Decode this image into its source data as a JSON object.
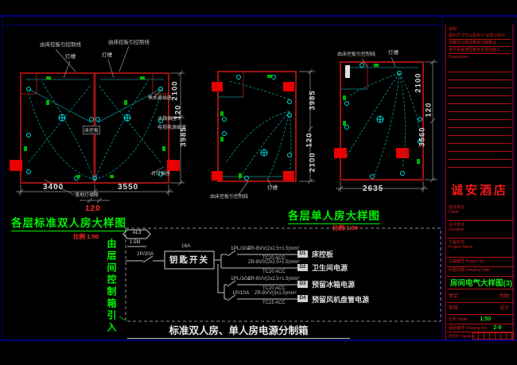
{
  "plans": {
    "shared": {
      "control_line": "由床控板引控制线",
      "light_trough": "灯槽"
    },
    "double": {
      "title": "各层标准双人房大样图",
      "scale": "比例 1:50",
      "dims": {
        "w1": "3400",
        "w2": "3550",
        "gap": "120",
        "h1": "2100",
        "h2": "120",
        "h3": "3985"
      },
      "labels": {
        "bed_panel": "床控板",
        "kettle": "煮水器插座",
        "fridge": "冰箱插座",
        "tv": "电视电源插座",
        "desk_lamp": "台灯插座",
        "floor_lamp": "落地灯插座"
      }
    },
    "single": {
      "title": "各层单人房大样图",
      "scale": "比例 1:50",
      "mid_dims": {
        "h1": "3985",
        "h2": "120",
        "h3": "2100"
      },
      "right_dims": {
        "h1": "2100",
        "h2": "120",
        "h3": "3560",
        "w": "2635"
      }
    }
  },
  "circuit": {
    "panel": "AL3",
    "mount": "1.5M",
    "main_breaker": "2P/20A",
    "key_rating": "16A",
    "key_switch": "钥匙开关",
    "feed_note": "由层间控制箱引入",
    "title": "标准双人房、单人房电源分制箱",
    "branches": [
      {
        "breaker": "1PL/10A",
        "wire": "ZR-BVV(2x2.5+1.5)mm²",
        "conduit": "TC20  ACC",
        "no": "D1",
        "load": "床控板"
      },
      {
        "breaker": "",
        "wire": "ZR-BVV(2x2.5+1.5)mm²",
        "conduit": "TC20  ACC",
        "no": "D2",
        "load": "卫生间电源"
      },
      {
        "breaker": "1PL/10A",
        "wire": "ZR-BVV(2x2.5+1.5)mm²",
        "conduit": "TC20  ACC",
        "no": "D3",
        "load": "预留冰箱电源"
      },
      {
        "breaker": "1P/10A",
        "wire": "ZR-BVV(3x1.5)mm²",
        "conduit": "TC15  ACC",
        "no": "D4",
        "load": "预留风机盘管电源"
      }
    ]
  },
  "titleblock": {
    "hotel": "诚安酒店",
    "drawing_title": "房间电气大样图(3)",
    "notes": [
      "说明",
      "图中尺寸均以毫米计 标高以米计",
      "线路均沿墙及楼板内暗敷设",
      "未尽事宜按国家有关规范施工",
      "Description"
    ],
    "fields": {
      "client": "建设单位",
      "client_en": "Client",
      "designer": "设计单位",
      "designer_en": "Designer",
      "project": "工程名称",
      "project_en": "Project Name",
      "project_no": "工程编号 Project No.",
      "date": "出图日期 Drawing Date",
      "approved": "审定",
      "drawn": "制图",
      "checked": "审核",
      "designed": "设计",
      "scale_label": "比例 Scale",
      "scale_value": "1:50",
      "no_label": "图纸编号 Drawing No.",
      "no_value": "2-9",
      "sign": "会签栏 Signature"
    }
  }
}
